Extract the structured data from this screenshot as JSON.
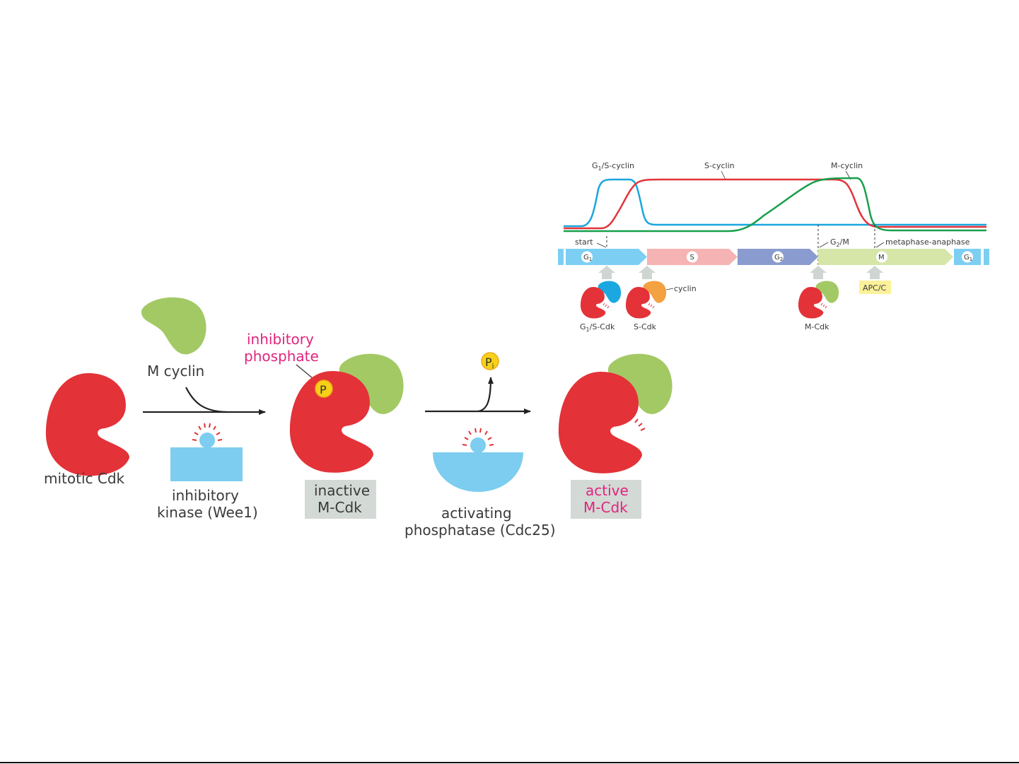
{
  "colors": {
    "cdk_red": "#e33238",
    "m_cyclin_green": "#a3c965",
    "g1s_cyclin_blue": "#1ba8e0",
    "s_cyclin_orange": "#f3a141",
    "enzyme_blue": "#7ccdef",
    "phosphate_yellow": "#f7d117",
    "label_box_gray": "#d3d9d5",
    "highlight_pink": "#e0247e",
    "apc_yellow": "#fbf19a",
    "curve_g1s": "#1aa6de",
    "curve_s": "#e2343a",
    "curve_m": "#17a04b",
    "phase_g1": "#7ccff2",
    "phase_s": "#f5b3b3",
    "phase_g2": "#8a9ccf",
    "phase_m": "#d5e6a8",
    "up_arrow_gray": "#cfd6d2"
  },
  "cycle_panel": {
    "curve_labels": {
      "g1s": "G1/S-cyclin",
      "g1s_main": "G",
      "g1s_sub": "1",
      "g1s_rest": "/S-cyclin",
      "s": "S-cyclin",
      "m": "M-cyclin"
    },
    "checkpoints": {
      "start": "start",
      "g2m_main": "G",
      "g2m_sub": "2",
      "g2m_rest": "/M",
      "meta_ana": "metaphase-anaphase"
    },
    "phases": [
      {
        "main": "G",
        "sub": "1"
      },
      {
        "main": "S",
        "sub": ""
      },
      {
        "main": "G",
        "sub": "2"
      },
      {
        "main": "M",
        "sub": ""
      },
      {
        "main": "G",
        "sub": "1"
      }
    ],
    "complexes": {
      "g1s_cdk_main": "G",
      "g1s_cdk_sub": "1",
      "g1s_cdk_rest": "/S-Cdk",
      "s_cdk": "S-Cdk",
      "cyclin_pointer": "cyclin",
      "m_cdk": "M-Cdk",
      "apc": "APC/C"
    }
  },
  "activation_panel": {
    "mitotic_cdk": "mitotic Cdk",
    "m_cyclin": "M cyclin",
    "inhibitory_kinase_line1": "inhibitory",
    "inhibitory_kinase_line2": "kinase (Wee1)",
    "inhibitory_phosphate_line1": "inhibitory",
    "inhibitory_phosphate_line2": "phosphate",
    "phosphate_symbol": "P",
    "pi_main": "P",
    "pi_sub": "i",
    "inactive_line1": "inactive",
    "inactive_line2": "M-Cdk",
    "activating_line1": "activating",
    "activating_line2": "phosphatase (Cdc25)",
    "active_line1": "active",
    "active_line2": "M-Cdk"
  }
}
